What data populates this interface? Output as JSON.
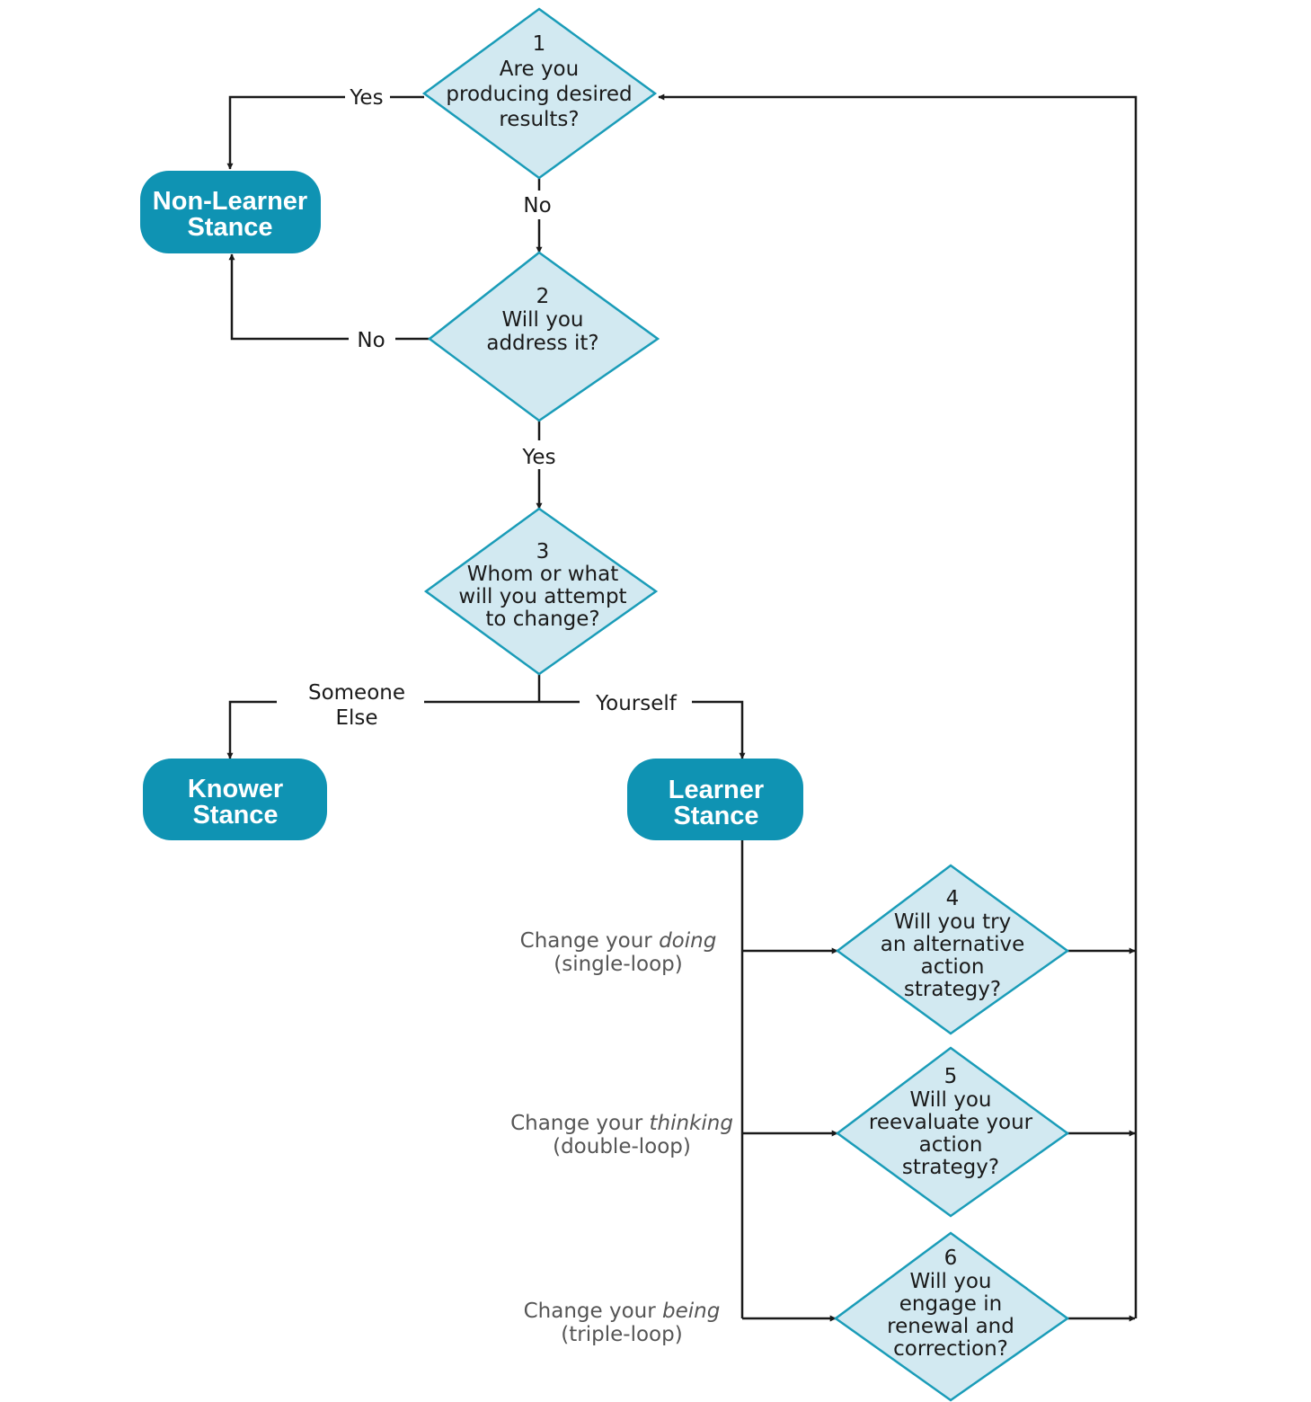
{
  "colors": {
    "stance_fill": "#0f93b3",
    "diamond_fill": "#d2e9f1",
    "diamond_stroke": "#1a9cb8",
    "line": "#1a1a1a"
  },
  "decisions": {
    "d1": {
      "num": "1",
      "l1": "Are you",
      "l2": "producing desired",
      "l3": "results?"
    },
    "d2": {
      "num": "2",
      "l1": "Will you",
      "l2": "address it?"
    },
    "d3": {
      "num": "3",
      "l1": "Whom or what",
      "l2": "will you attempt",
      "l3": "to change?"
    },
    "d4": {
      "num": "4",
      "l1": "Will you try",
      "l2": "an alternative",
      "l3": "action",
      "l4": "strategy?"
    },
    "d5": {
      "num": "5",
      "l1": "Will you",
      "l2": "reevaluate your",
      "l3": "action",
      "l4": "strategy?"
    },
    "d6": {
      "num": "6",
      "l1": "Will you",
      "l2": "engage in",
      "l3": "renewal and",
      "l4": "correction?"
    }
  },
  "stances": {
    "non_learner": {
      "l1": "Non-Learner",
      "l2": "Stance"
    },
    "knower": {
      "l1": "Knower",
      "l2": "Stance"
    },
    "learner": {
      "l1": "Learner",
      "l2": "Stance"
    }
  },
  "edge_labels": {
    "d1_yes": "Yes",
    "d1_no": "No",
    "d2_no": "No",
    "d2_yes": "Yes",
    "someone": "Someone",
    "else": "Else",
    "yourself": "Yourself"
  },
  "loops": {
    "single": {
      "pre": "Change your ",
      "em": "doing",
      "sub": "(single-loop)"
    },
    "double": {
      "pre": "Change your ",
      "em": "thinking",
      "sub": "(double-loop)"
    },
    "triple": {
      "pre": "Change your ",
      "em": "being",
      "sub": "(triple-loop)"
    }
  }
}
